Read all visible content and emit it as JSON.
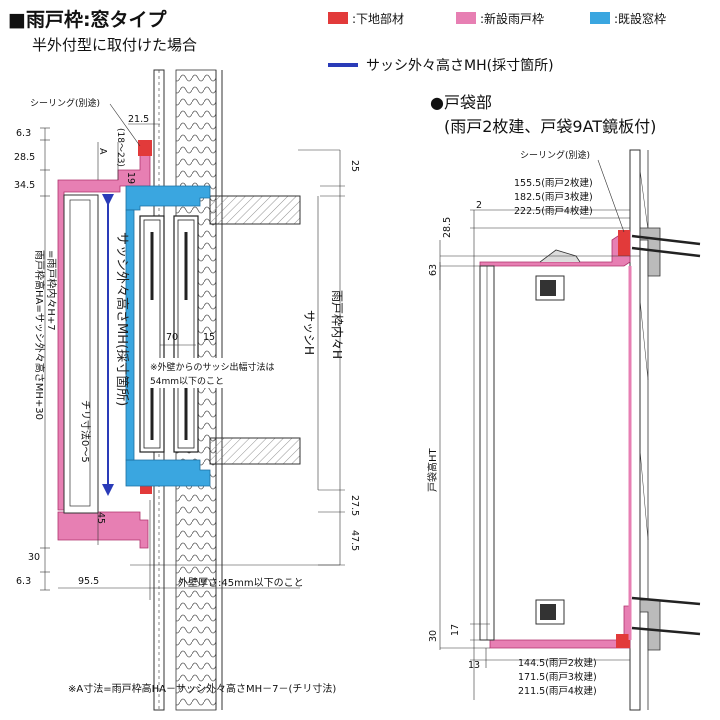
{
  "title": "■雨戸枠:窓タイプ",
  "subtitle": "半外付型に取付けた場合",
  "legend": [
    {
      "label": ":下地部材",
      "color": "#e23a3a"
    },
    {
      "label": ":新設雨戸枠",
      "color": "#e77fb3"
    },
    {
      "label": ":既設窓枠",
      "color": "#3aa6e0"
    }
  ],
  "legend_line": {
    "label": "サッシ外々高さMH(採寸箇所)",
    "color": "#2a3bb8"
  },
  "left": {
    "sealing": "シーリング(別途)",
    "dims": {
      "d215": "21.5",
      "dA": "A",
      "d1823": "(18～23)",
      "d63": "6.3",
      "d285": "28.5",
      "d345": "34.5",
      "d19": "19",
      "d25": "25",
      "d70": "70",
      "d15": "15",
      "d45": "45",
      "d30": "30",
      "d63b": "6.3",
      "d955": "95.5",
      "d275": "27.5",
      "d475": "47.5"
    },
    "label_sash_mh": "サッシ外々高さMH(採寸箇所)",
    "label_sash_h": "サッシH",
    "label_frame_inner": "雨戸枠内々H",
    "label_frame_ha": "雨戸枠高HA=サッシ外々高さMH+30",
    "label_frame_ha2": "=雨戸枠内々H+7",
    "label_chiri": "チリ寸法0～5",
    "note_protrude1": "※外壁からのサッシ出幅寸法は",
    "note_protrude2": "54mm以下のこと",
    "note_wall": "外壁厚さ:45mm以下のこと"
  },
  "right": {
    "heading": "●戸袋部",
    "heading2": "(雨戸2枚建、戸袋9AT鏡板付)",
    "sealing": "シーリング(別途)",
    "top_dims": [
      "155.5(雨戸2枚建)",
      "182.5(雨戸3枚建)",
      "222.5(雨戸4枚建)"
    ],
    "d2": "2",
    "d285": "28.5",
    "d63": "63",
    "label_ht": "戸袋高HT",
    "d30": "30",
    "d17": "17",
    "d13": "13",
    "bottom_dims": [
      "144.5(雨戸2枚建)",
      "171.5(雨戸3枚建)",
      "211.5(雨戸4枚建)"
    ]
  },
  "footnote": "※A寸法=雨戸枠高HA－サッシ外々高さMH－7－(チリ寸法)"
}
